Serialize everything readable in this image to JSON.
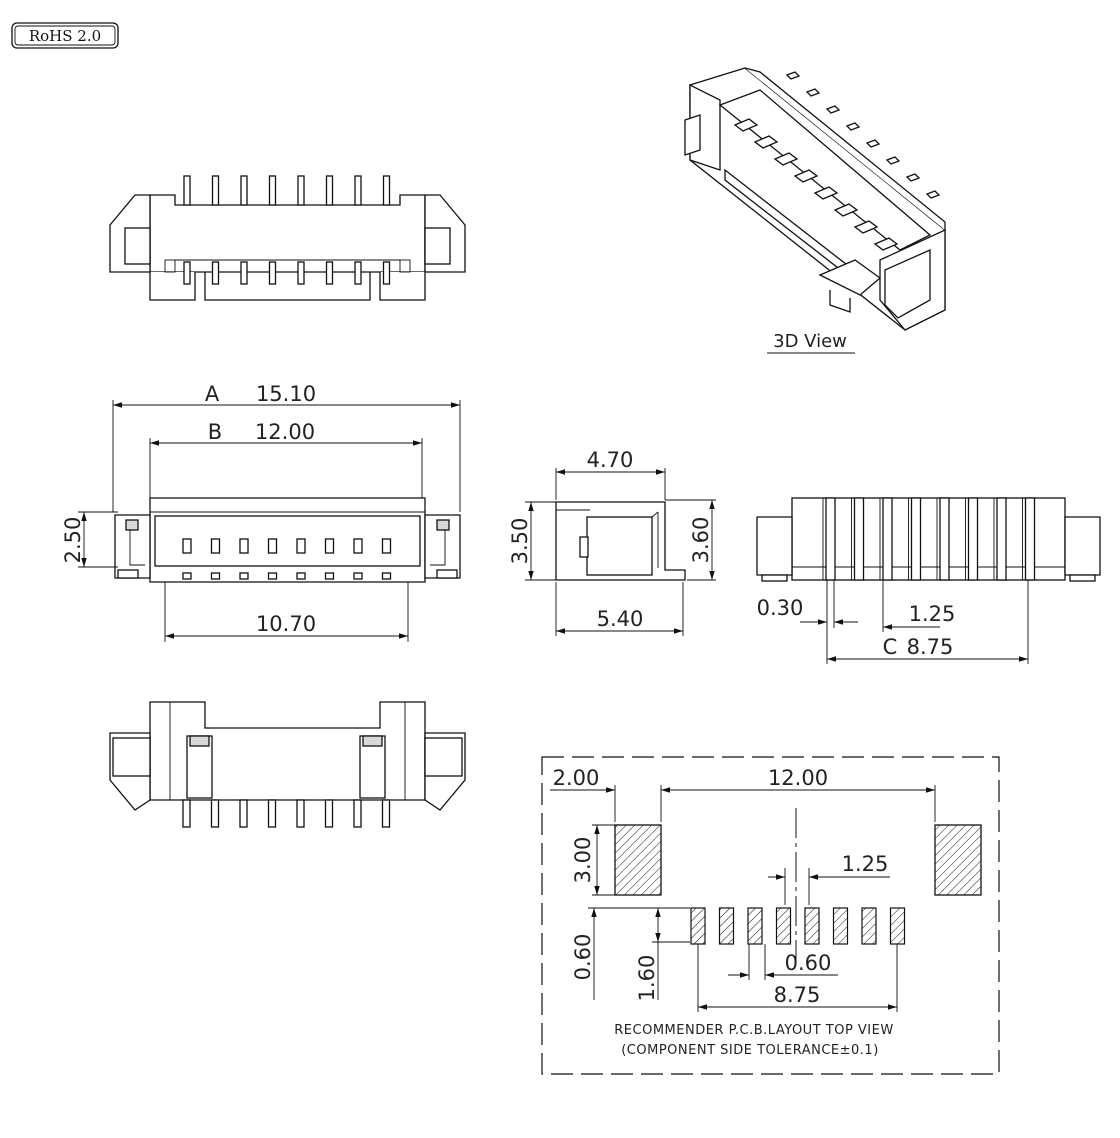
{
  "badge": {
    "label": "RoHS 2.0"
  },
  "views": {
    "iso_3d": {
      "caption": "3D View"
    },
    "front": {
      "dim_a_letter": "A",
      "dim_a_value": "15.10",
      "dim_b_letter": "B",
      "dim_b_value": "12.00",
      "dim_height": "2.50",
      "dim_bottom": "10.70"
    },
    "side": {
      "dim_top": "4.70",
      "dim_left": "3.50",
      "dim_right": "3.60",
      "dim_bottom": "5.40"
    },
    "rear": {
      "dim_pin_width": "0.30",
      "dim_pitch": "1.25",
      "dim_c_letter": "C",
      "dim_c_value": "8.75"
    },
    "pcb_layout": {
      "dim_2_00": "2.00",
      "dim_12_00": "12.00",
      "dim_3_00": "3.00",
      "dim_1_25": "1.25",
      "dim_0_60_left": "0.60",
      "dim_1_60": "1.60",
      "dim_0_60_bottom": "0.60",
      "dim_8_75": "8.75",
      "note_line1": "RECOMMENDER P.C.B.LAYOUT TOP VIEW",
      "note_line2": "(COMPONENT SIDE TOLERANCE±0.1)"
    }
  },
  "pin_count": 8
}
